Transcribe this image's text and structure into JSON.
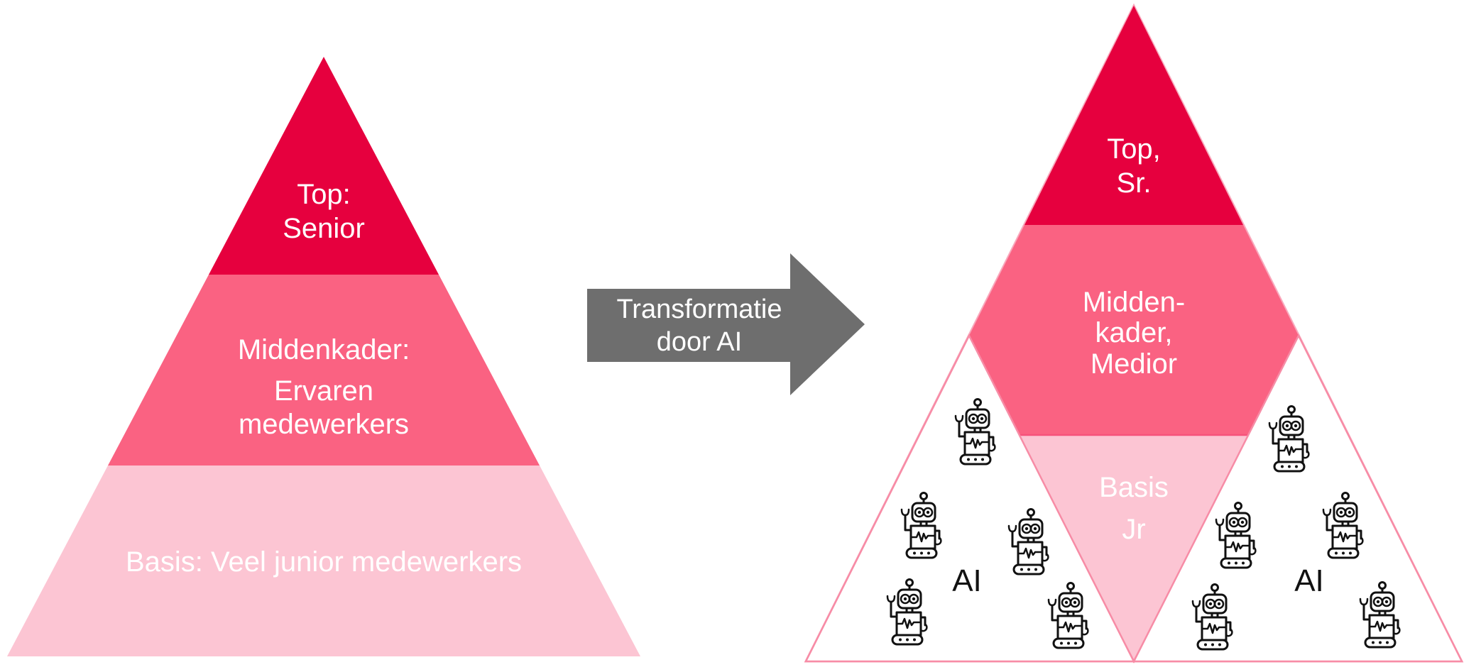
{
  "diagram": {
    "left_pyramid": {
      "top_segment": {
        "line1": "Top:",
        "line2": "Senior"
      },
      "middle_segment": {
        "line1": "Middenkader:",
        "line2": "Ervaren",
        "line3": "medewerkers"
      },
      "base_segment": {
        "line1": "Basis: Veel junior medewerkers"
      }
    },
    "arrow": {
      "line1": "Transformatie",
      "line2": "door AI"
    },
    "right_pyramid": {
      "top_segment": {
        "line1": "Top,",
        "line2": "Sr."
      },
      "middle_segment": {
        "line1": "Midden-",
        "line2": "kader,",
        "line3": "Medior"
      },
      "base_segment": {
        "line1": "Basis",
        "line2": "Jr"
      },
      "ai_label_left": "AI",
      "ai_label_right": "AI"
    }
  },
  "colors": {
    "red": "#E6003E",
    "pink": "#FA6282",
    "light_pink": "#FCC5D3",
    "outline_pink": "#F9A8BC",
    "edge_pink": "#F6537B",
    "arrow_gray": "#6E6E6E",
    "text_white": "#FFFFFF",
    "ai_black": "#111111"
  }
}
